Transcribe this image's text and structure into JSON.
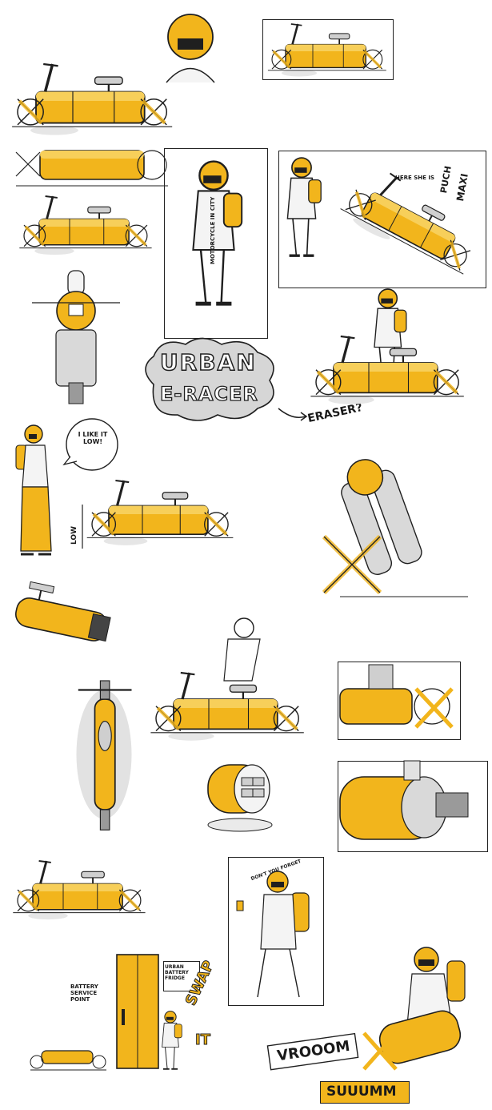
{
  "palette": {
    "ink": "#1f1f1f",
    "yellow": "#f2b51c",
    "yellow_light": "#f7cf5a",
    "grey": "#cfcfcf",
    "grey_dark": "#9a9a9a"
  },
  "labels": {
    "title_line1": "URBAN",
    "title_line2": "E-RACER",
    "eraser": "ERASER?",
    "like_it": "I LIKE IT LOW!",
    "low": "LOW",
    "puch": "PUCH",
    "maxi": "MAXI",
    "here_she_is": "HERE SHE IS",
    "swap": "SWAP",
    "it": "IT",
    "vrooom": "VROOOM",
    "suuumm": "SUUUMM",
    "battery_service": "BATTERY SERVICE POINT",
    "urban_battery": "URBAN BATTERY FRIDGE",
    "dont_you_forget": "DON'T YOU FORGET",
    "vertical_note": "MOTORCYCLE IN CITY"
  }
}
